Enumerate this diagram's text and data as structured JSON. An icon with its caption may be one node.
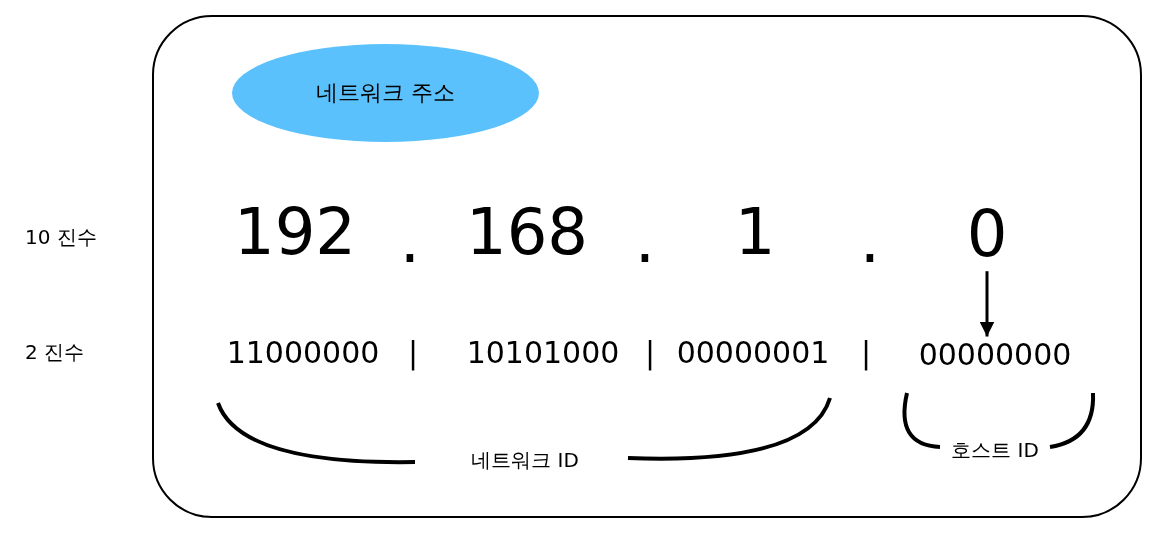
{
  "diagram": {
    "nodes": [
      {
        "text": [],
        "shape": "box"
      },
      {
        "text": [
          "네트워크 주소"
        ],
        "in": 0
      },
      {
        "text": [
          "0"
        ],
        "in": 0
      },
      {
        "text": [
          "00000000"
        ],
        "in": 0
      }
    ],
    "edges": [
      {
        "from": 2,
        "to": 3,
        "arrow": "to"
      }
    ],
    "labels": [
      "10 진수",
      "2 진수",
      "192",
      ".",
      "168",
      ".",
      "1",
      ".",
      "11000000",
      "|",
      "10101000",
      "|",
      "00000001",
      "|",
      "네트워크 ID",
      "호스트 ID"
    ]
  }
}
